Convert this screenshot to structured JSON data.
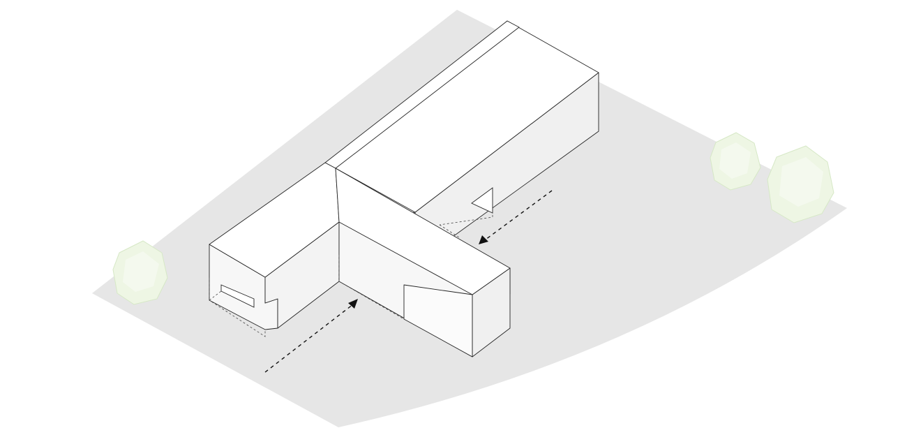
{
  "diagram": {
    "kind": "axonometric building massing",
    "colors": {
      "site": "#e6e6e6",
      "roof": "#ffffff",
      "wall": "#f7f7f7",
      "wall_shaded": "#f0f0f0",
      "edge": "#222222",
      "tree_fill": "#eef6e4",
      "tree_edge": "#d6e8c6",
      "arrow": "#111111"
    },
    "elements": {
      "site": "site-ground-plane",
      "building": "t-shaped-building",
      "entrances": [
        "entrance-arrow-front",
        "entrance-arrow-rear"
      ],
      "trees": [
        "tree-left",
        "tree-right-small",
        "tree-right-large"
      ]
    }
  }
}
